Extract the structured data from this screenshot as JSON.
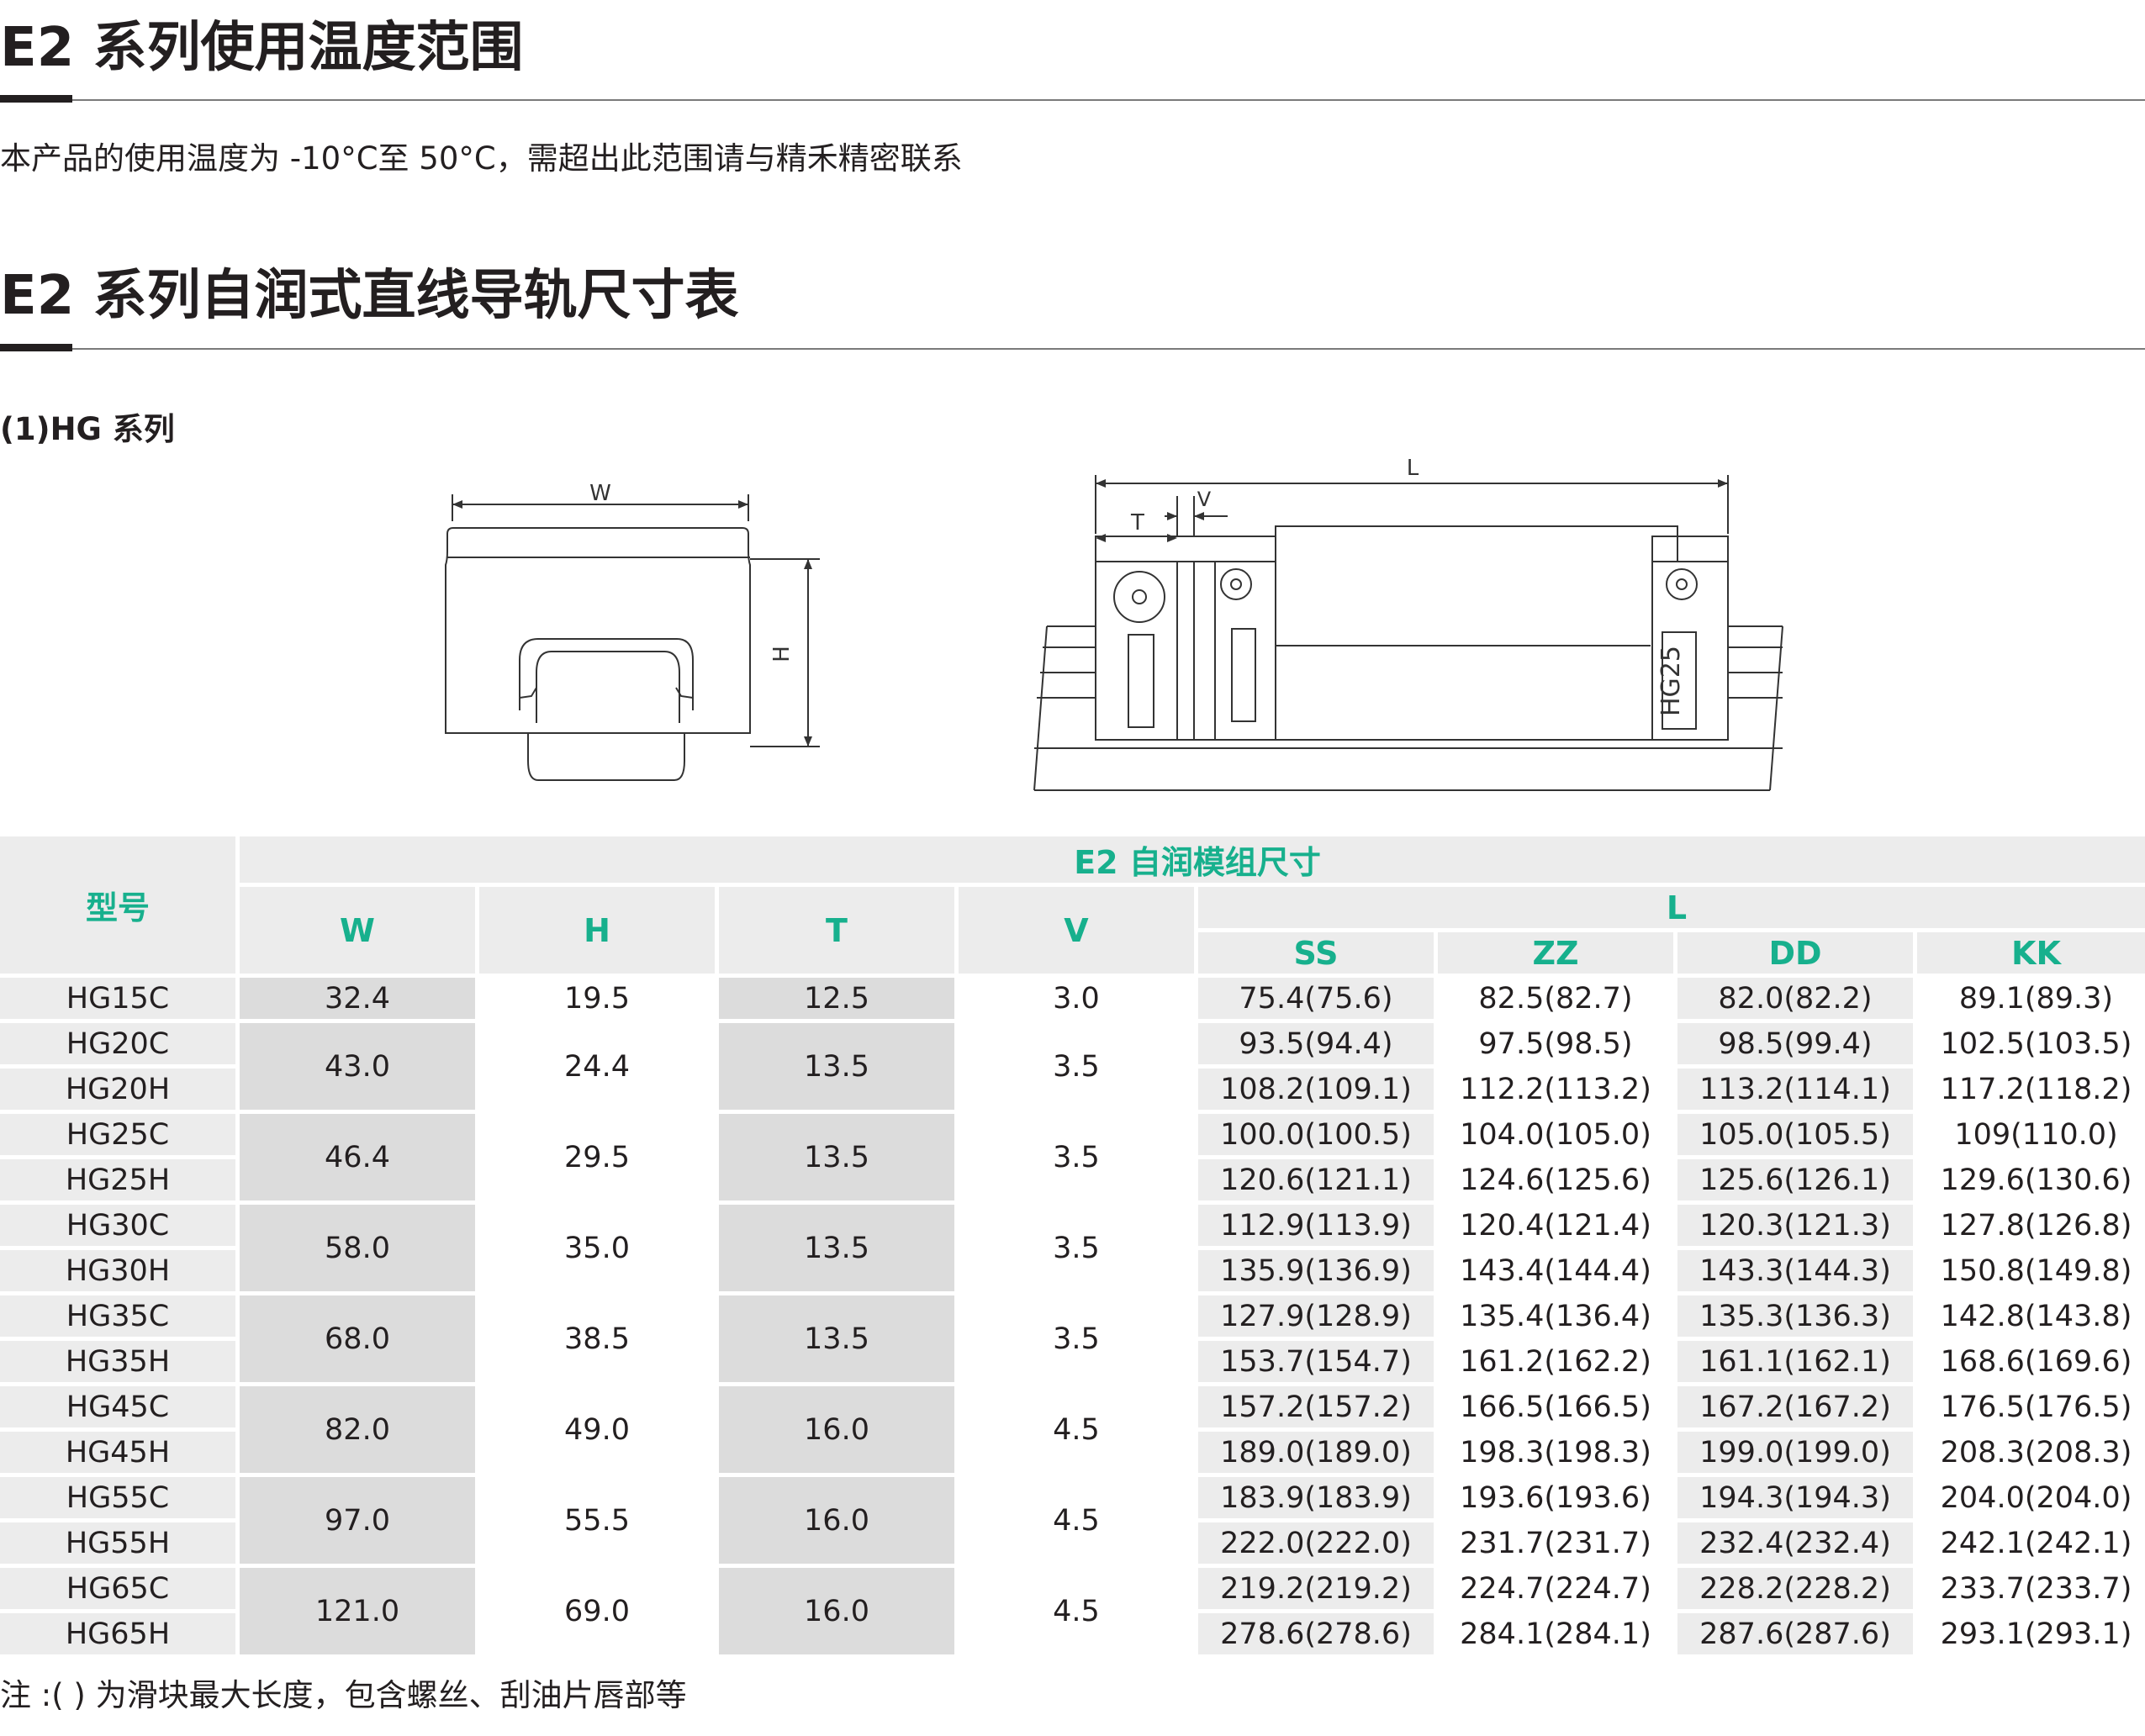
{
  "section1": {
    "title": "E2 系列使用温度范围",
    "text": "本产品的使用温度为 -10°C至 50°C，需超出此范围请与精禾精密联系"
  },
  "section2": {
    "title": "E2 系列自润式直线导轨尺寸表",
    "subtitle": "(1)HG 系列"
  },
  "figures": {
    "front_view": {
      "w_label": "W",
      "h_label": "H"
    },
    "side_view": {
      "l_label": "L",
      "t_label": "T",
      "v_label": "V",
      "block_marking": "HG25"
    }
  },
  "table": {
    "header_model": "型号",
    "header_group": "E2 自润模组尺寸",
    "header_cols": [
      "W",
      "H",
      "T",
      "V"
    ],
    "header_L": "L",
    "header_L_sub": [
      "SS",
      "ZZ",
      "DD",
      "KK"
    ],
    "groups": [
      {
        "W": "32.4",
        "H": "19.5",
        "T": "12.5",
        "V": "3.0",
        "rows": [
          {
            "model": "HG15C",
            "L": [
              "75.4(75.6)",
              "82.5(82.7)",
              "82.0(82.2)",
              "89.1(89.3)"
            ]
          }
        ]
      },
      {
        "W": "43.0",
        "H": "24.4",
        "T": "13.5",
        "V": "3.5",
        "rows": [
          {
            "model": "HG20C",
            "L": [
              "93.5(94.4)",
              "97.5(98.5)",
              "98.5(99.4)",
              "102.5(103.5)"
            ]
          },
          {
            "model": "HG20H",
            "L": [
              "108.2(109.1)",
              "112.2(113.2)",
              "113.2(114.1)",
              "117.2(118.2)"
            ]
          }
        ]
      },
      {
        "W": "46.4",
        "H": "29.5",
        "T": "13.5",
        "V": "3.5",
        "rows": [
          {
            "model": "HG25C",
            "L": [
              "100.0(100.5)",
              "104.0(105.0)",
              "105.0(105.5)",
              "109(110.0)"
            ]
          },
          {
            "model": "HG25H",
            "L": [
              "120.6(121.1)",
              "124.6(125.6)",
              "125.6(126.1)",
              "129.6(130.6)"
            ]
          }
        ]
      },
      {
        "W": "58.0",
        "H": "35.0",
        "T": "13.5",
        "V": "3.5",
        "rows": [
          {
            "model": "HG30C",
            "L": [
              "112.9(113.9)",
              "120.4(121.4)",
              "120.3(121.3)",
              "127.8(126.8)"
            ]
          },
          {
            "model": "HG30H",
            "L": [
              "135.9(136.9)",
              "143.4(144.4)",
              "143.3(144.3)",
              "150.8(149.8)"
            ]
          }
        ]
      },
      {
        "W": "68.0",
        "H": "38.5",
        "T": "13.5",
        "V": "3.5",
        "rows": [
          {
            "model": "HG35C",
            "L": [
              "127.9(128.9)",
              "135.4(136.4)",
              "135.3(136.3)",
              "142.8(143.8)"
            ]
          },
          {
            "model": "HG35H",
            "L": [
              "153.7(154.7)",
              "161.2(162.2)",
              "161.1(162.1)",
              "168.6(169.6)"
            ]
          }
        ]
      },
      {
        "W": "82.0",
        "H": "49.0",
        "T": "16.0",
        "V": "4.5",
        "rows": [
          {
            "model": "HG45C",
            "L": [
              "157.2(157.2)",
              "166.5(166.5)",
              "167.2(167.2)",
              "176.5(176.5)"
            ]
          },
          {
            "model": "HG45H",
            "L": [
              "189.0(189.0)",
              "198.3(198.3)",
              "199.0(199.0)",
              "208.3(208.3)"
            ]
          }
        ]
      },
      {
        "W": "97.0",
        "H": "55.5",
        "T": "16.0",
        "V": "4.5",
        "rows": [
          {
            "model": "HG55C",
            "L": [
              "183.9(183.9)",
              "193.6(193.6)",
              "194.3(194.3)",
              "204.0(204.0)"
            ]
          },
          {
            "model": "HG55H",
            "L": [
              "222.0(222.0)",
              "231.7(231.7)",
              "232.4(232.4)",
              "242.1(242.1)"
            ]
          }
        ]
      },
      {
        "W": "121.0",
        "H": "69.0",
        "T": "16.0",
        "V": "4.5",
        "rows": [
          {
            "model": "HG65C",
            "L": [
              "219.2(219.2)",
              "224.7(224.7)",
              "228.2(228.2)",
              "233.7(233.7)"
            ]
          },
          {
            "model": "HG65H",
            "L": [
              "278.6(278.6)",
              "284.1(284.1)",
              "287.6(287.6)",
              "293.1(293.1)"
            ]
          }
        ]
      }
    ]
  },
  "note": "注 :(  ) 为滑块最大长度，包含螺丝、刮油片唇部等",
  "colors": {
    "accent": "#17b08d",
    "text": "#231f20",
    "cell_dark": "#dcdcdc",
    "cell_light": "#ececec"
  }
}
